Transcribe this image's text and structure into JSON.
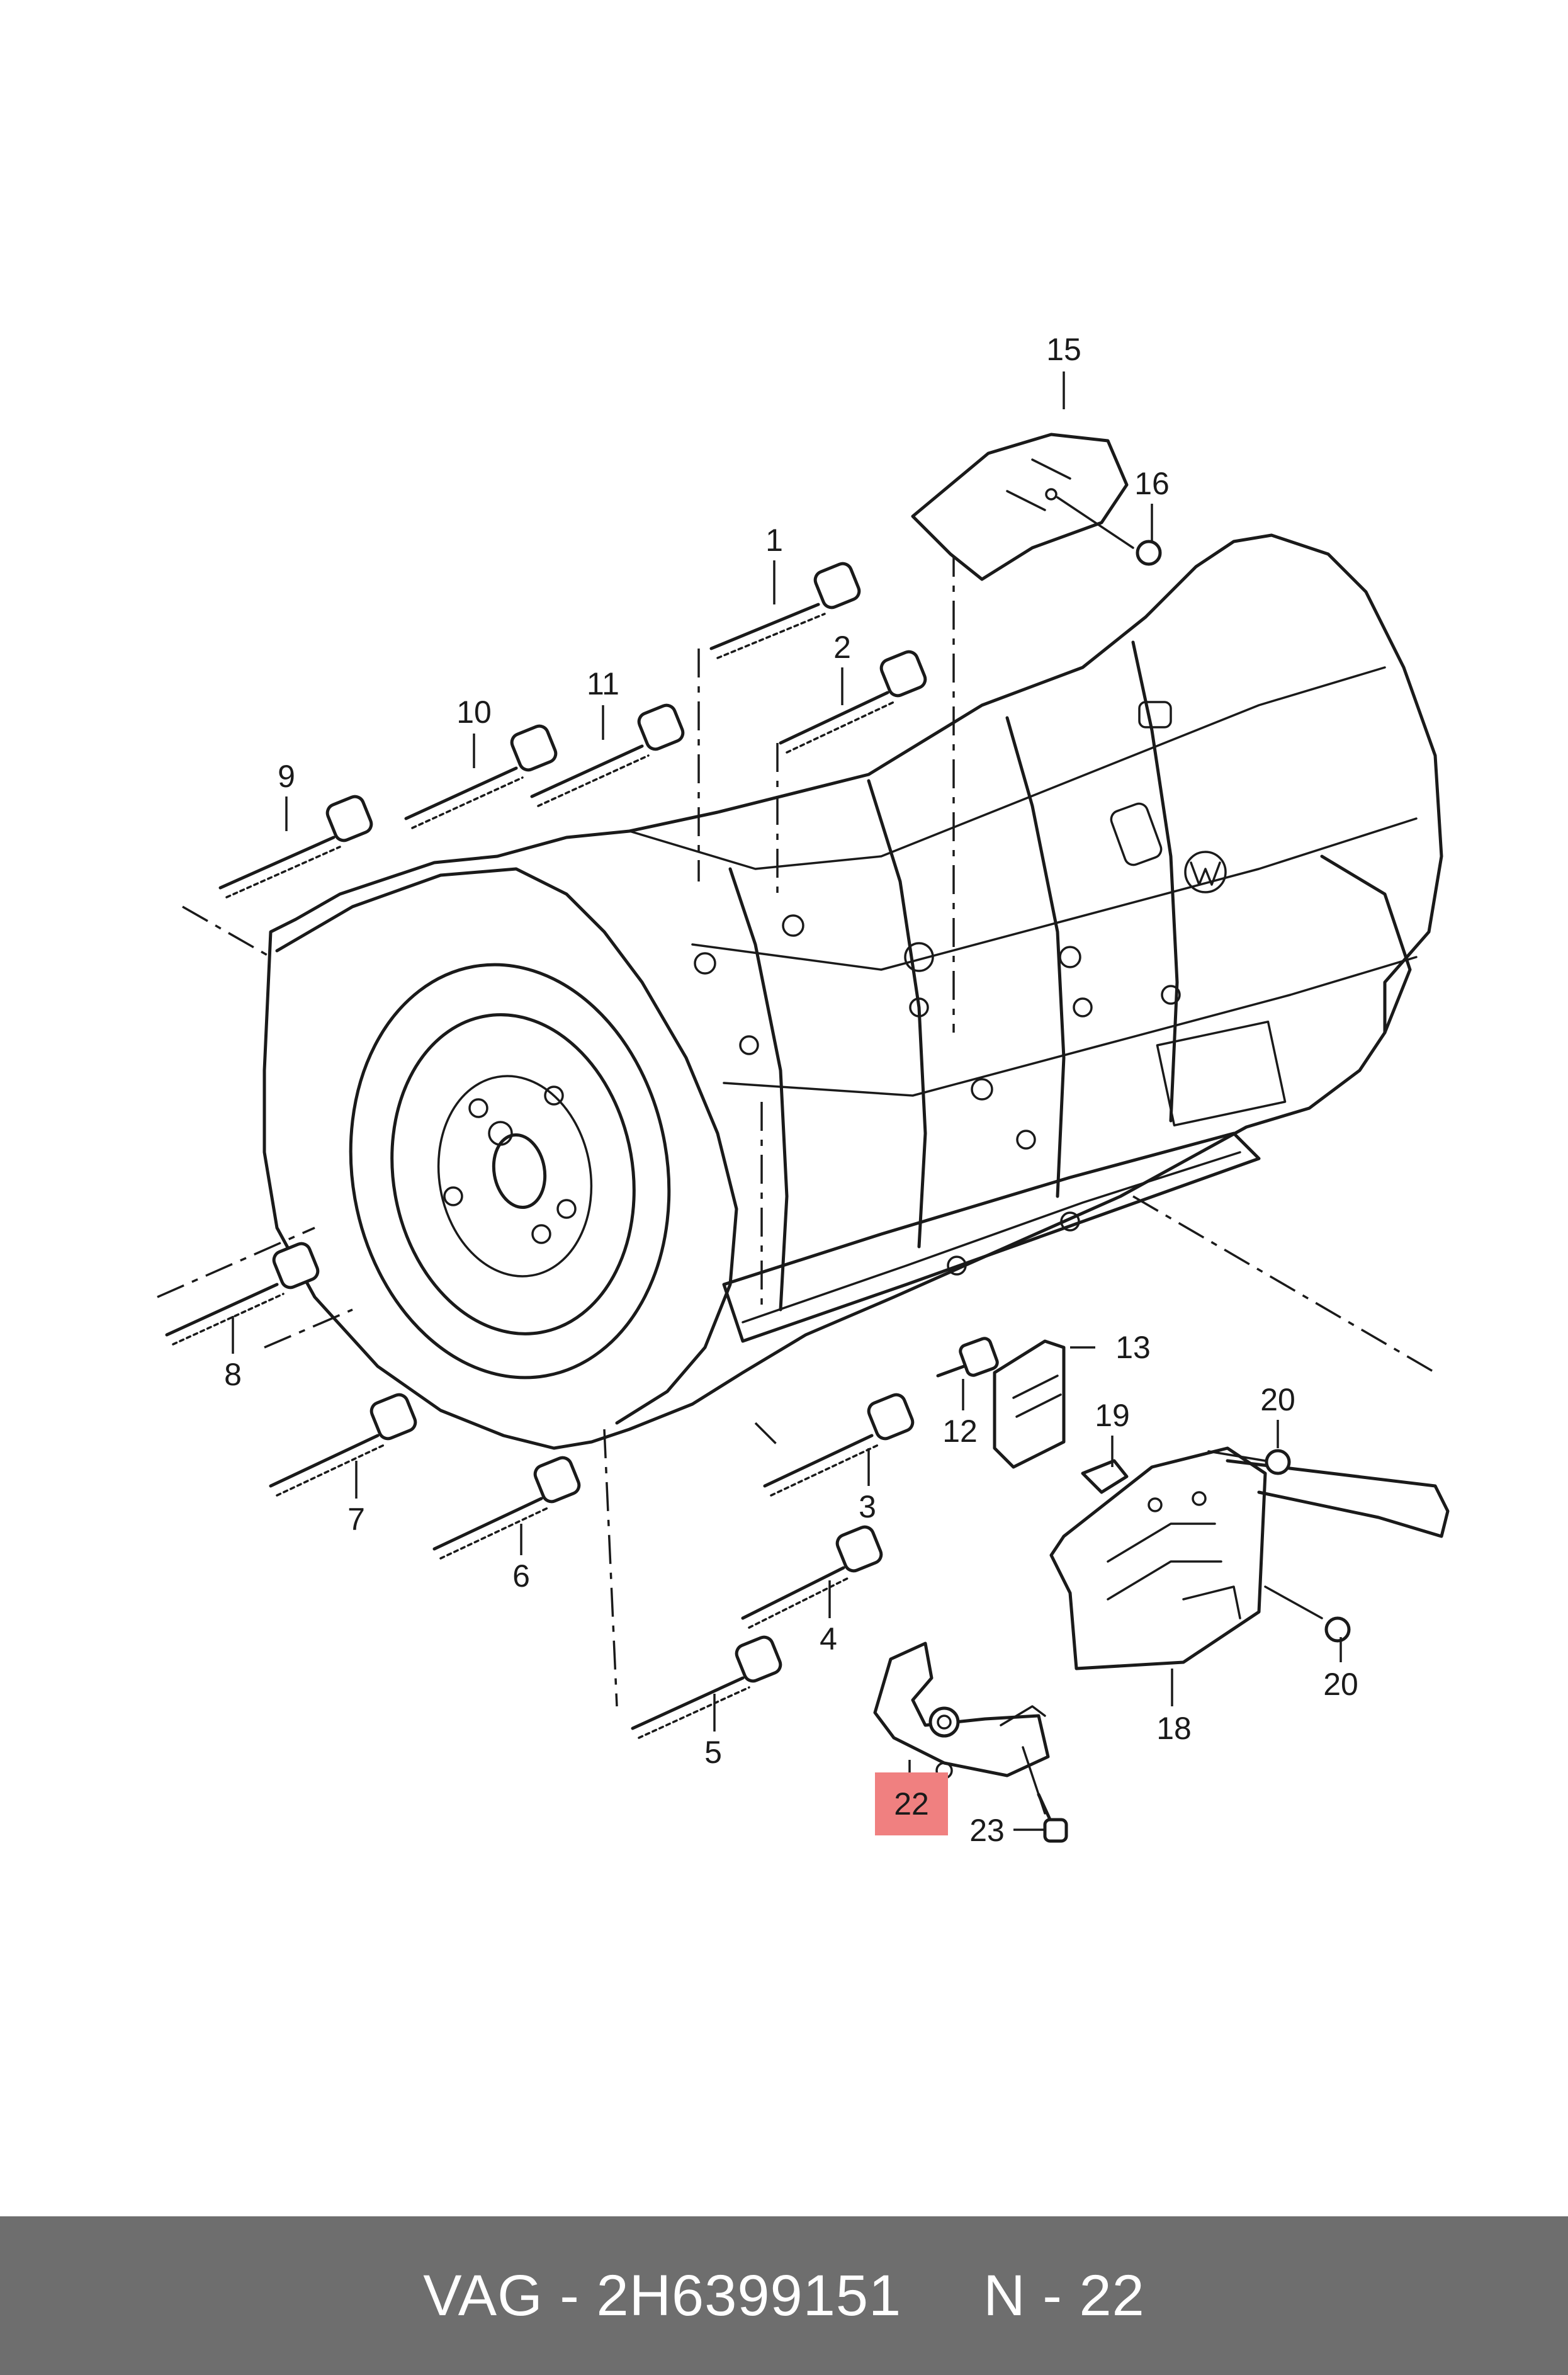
{
  "diagram": {
    "callouts": {
      "c1": "1",
      "c2": "2",
      "c3": "3",
      "c4": "4",
      "c5": "5",
      "c6": "6",
      "c7": "7",
      "c8": "8",
      "c9": "9",
      "c10": "10",
      "c11": "11",
      "c12": "12",
      "c13": "13",
      "c15": "15",
      "c16": "16",
      "c18": "18",
      "c19": "19",
      "c20a": "20",
      "c20b": "20",
      "c22": "22",
      "c23": "23"
    },
    "highlight": {
      "part": "22",
      "color": "#f08080"
    },
    "line_color": "#1a1a1a"
  },
  "footer": {
    "brand": "VAG",
    "separator": "-",
    "part_number": "2H6399151",
    "position_label": "N",
    "position_number": "22",
    "background": "#6e6e6e"
  }
}
